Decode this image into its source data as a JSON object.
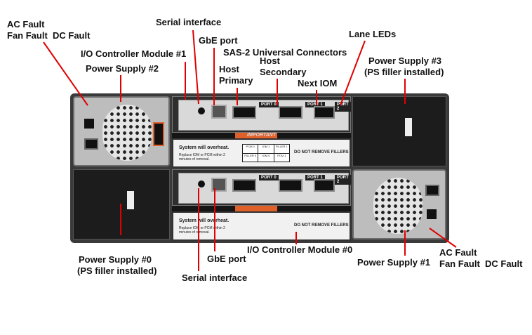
{
  "labels": {
    "ac_fault_top": "AC Fault",
    "fan_dc_fault_top": "Fan Fault  DC Fault",
    "serial_interface_top": "Serial interface",
    "gbe_port_top": "GbE port",
    "iom1": "I/O Controller Module #1",
    "sas2": "SAS-2 Universal Connectors",
    "host_secondary_1": "Host",
    "host_secondary_2": "Secondary",
    "ps2": "Power Supply #2",
    "host_primary_1": "Host",
    "host_primary_2": "Primary",
    "next_iom": "Next IOM",
    "lane_leds": "Lane LEDs",
    "ps3": "Power Supply #3",
    "ps3_note": "(PS filler installed)",
    "ps0": "Power Supply #0",
    "ps0_note": "(PS filler installed)",
    "gbe_port_bottom": "GbE port",
    "serial_interface_bottom": "Serial interface",
    "iom0": "I/O Controller Module #0",
    "ps1": "Power Supply #1",
    "ac_fault_bottom": "AC Fault",
    "fan_dc_fault_bottom": "Fan Fault  DC Fault"
  },
  "hardware": {
    "ports": [
      "PORT 0",
      "PORT 1",
      "PORT 2"
    ],
    "important": "IMPORTANT",
    "overheat": "System will overheat.",
    "replace": "Replace IOM or PCM within 2 minutes of removal.",
    "fillers": "DO NOT REMOVE FILLERS",
    "grid": [
      "PCM 0",
      "IOM 1",
      "FILLER 1",
      "FILLER 0",
      "IOM 0",
      "PCM 1"
    ]
  },
  "colors": {
    "callout": "#e00000",
    "latch": "#e0602a"
  }
}
